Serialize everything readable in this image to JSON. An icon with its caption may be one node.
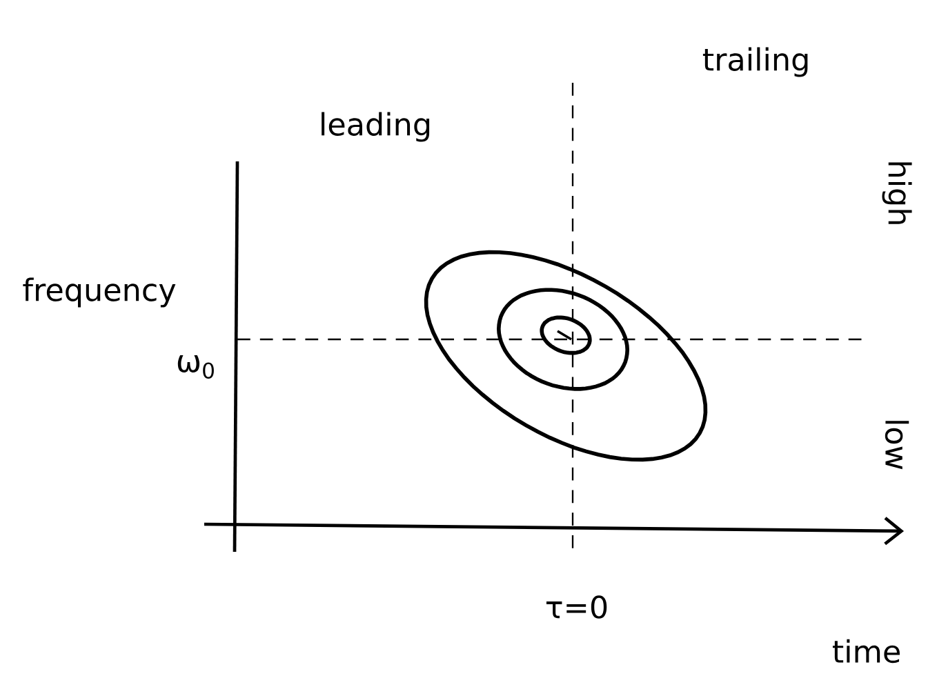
{
  "diagram": {
    "labels": [
      "leading",
      "trailing",
      "high",
      "frequency",
      "ω$_{0}$",
      "low",
      "τ=0",
      "time"
    ]
  }
}
